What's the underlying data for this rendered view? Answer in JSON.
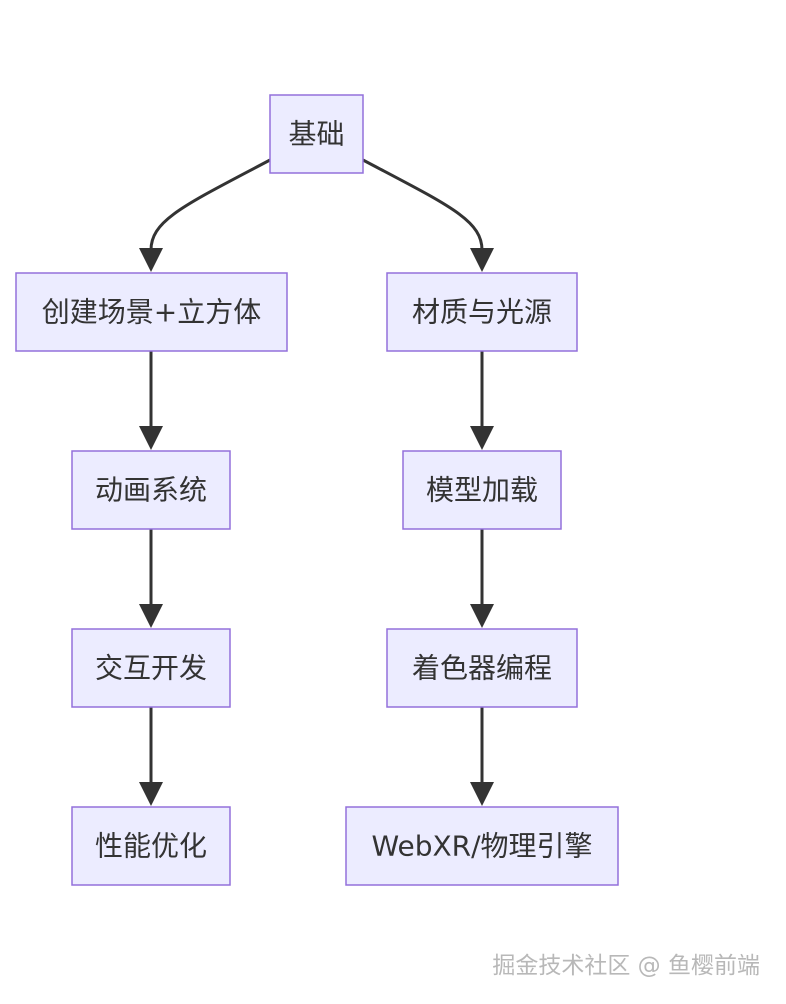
{
  "nodes": {
    "jichu": "基础",
    "chuangjian": "创建场景+立方体",
    "caizhi": "材质与光源",
    "donghua": "动画系统",
    "moxing": "模型加载",
    "jiaohu": "交互开发",
    "zhuose": "着色器编程",
    "xingneng": "性能优化",
    "webxr": "WebXR/物理引擎"
  },
  "edges": [
    {
      "from": "基础",
      "to": "创建场景+立方体"
    },
    {
      "from": "基础",
      "to": "材质与光源"
    },
    {
      "from": "创建场景+立方体",
      "to": "动画系统"
    },
    {
      "from": "动画系统",
      "to": "交互开发"
    },
    {
      "from": "交互开发",
      "to": "性能优化"
    },
    {
      "from": "材质与光源",
      "to": "模型加载"
    },
    {
      "from": "模型加载",
      "to": "着色器编程"
    },
    {
      "from": "着色器编程",
      "to": "WebXR/物理引擎"
    }
  ],
  "colors": {
    "node_fill": "#ECECFF",
    "node_stroke": "#9370DB",
    "edge": "#333333",
    "text": "#333333",
    "watermark": "#b8b8b8"
  },
  "watermark": "掘金技术社区 @ 鱼樱前端"
}
